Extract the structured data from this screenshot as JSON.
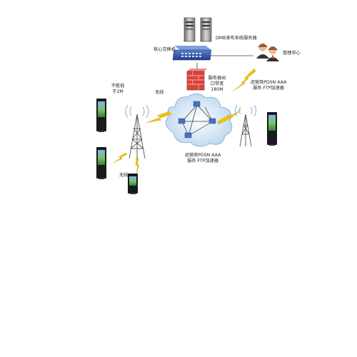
{
  "labels": {
    "dmb_servers": "DMB发布系统服务器",
    "core_switch": "核心交换机",
    "management_center": "管理中心",
    "server_egress_line1": "服务器出",
    "server_egress_line2": "口带宽",
    "server_egress_line3": "180M",
    "operator_right_line1": "运营商PDSN AAA",
    "operator_right_line2": "服务 FTP加速器",
    "operator_center_line1": "运营商PDSN AAA",
    "operator_center_line2": "服务 FTP加速器",
    "not_less_line1": "不能低",
    "not_less_line2": "于2M",
    "wireless_top": "无线",
    "wireless_bottom": "无线"
  },
  "colors": {
    "switch_blue": "#2f56a8",
    "firewall_red": "#d7443a",
    "lightning_yellow": "#f2c200",
    "cloud_blue": "#cfe2f3",
    "kiosk_black": "#1a1a1a",
    "screen_green": "#7bbf6a"
  }
}
